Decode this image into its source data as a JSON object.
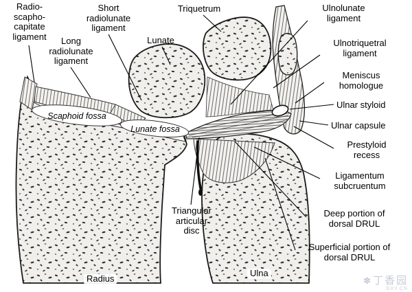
{
  "figure_type": "anatomical-diagram-wrist-tfcc",
  "labels": [
    {
      "id": "radio-scapho-capitate",
      "text": "Radio-\nscapho-\ncapitate\nligament"
    },
    {
      "id": "short-radiolunate",
      "text": "Short\nradiolunate\nligament"
    },
    {
      "id": "triquetrum",
      "text": "Triquetrum"
    },
    {
      "id": "ulnolunate",
      "text": "Ulnolunate\nligament"
    },
    {
      "id": "long-radiolunate",
      "text": "Long\nradiolunate\nligament"
    },
    {
      "id": "lunate",
      "text": "Lunate"
    },
    {
      "id": "ulnotriquetral",
      "text": "Ulnotriquetral\nligament"
    },
    {
      "id": "meniscus-homologue",
      "text": "Meniscus\nhomologue"
    },
    {
      "id": "ulnar-styloid",
      "text": "Ulnar styloid"
    },
    {
      "id": "ulnar-capsule",
      "text": "Ulnar capsule"
    },
    {
      "id": "prestyloid-recess",
      "text": "Prestyloid\nrecess"
    },
    {
      "id": "ligamentum-subcruentum",
      "text": "Ligamentum\nsubcruentum"
    },
    {
      "id": "deep-dorsal-drul",
      "text": "Deep portion of\ndorsal DRUL"
    },
    {
      "id": "superficial-dorsal-drul",
      "text": "Superficial portion of\ndorsal DRUL"
    },
    {
      "id": "triangular-articular-disc",
      "text": "Triangular\narticular\ndisc"
    },
    {
      "id": "scaphoid-fossa",
      "text": "Scaphoid fossa"
    },
    {
      "id": "lunate-fossa",
      "text": "Lunate fossa"
    },
    {
      "id": "radius",
      "text": "Radius"
    },
    {
      "id": "ulna",
      "text": "Ulna"
    }
  ],
  "watermark": {
    "logo_glyph": "✽",
    "cn": "丁香园",
    "en": "DXY.CN"
  },
  "colors": {
    "ink": "#1a1a1a",
    "bone_fill": "#f1efeb",
    "hatch_line": "#5a5a5a",
    "watermark": "#c6cdd7"
  }
}
